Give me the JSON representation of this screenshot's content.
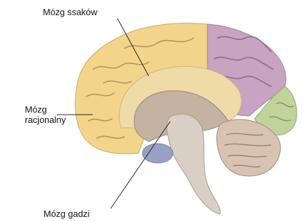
{
  "labels": {
    "mammal": "Mózg ssaków",
    "rational_line1": "Mózg",
    "rational_line2": "racjonalny",
    "reptile": "Mózg gadzi"
  },
  "colors": {
    "frontal": "#f2d58a",
    "parietal": "#c9a3c2",
    "occipital": "#bfd39a",
    "limbic": "#eedba8",
    "inner": "#c4b2a3",
    "cerebellum": "#d8c3b3",
    "brainstem": "#d9cfc4",
    "leader": "#222222"
  }
}
